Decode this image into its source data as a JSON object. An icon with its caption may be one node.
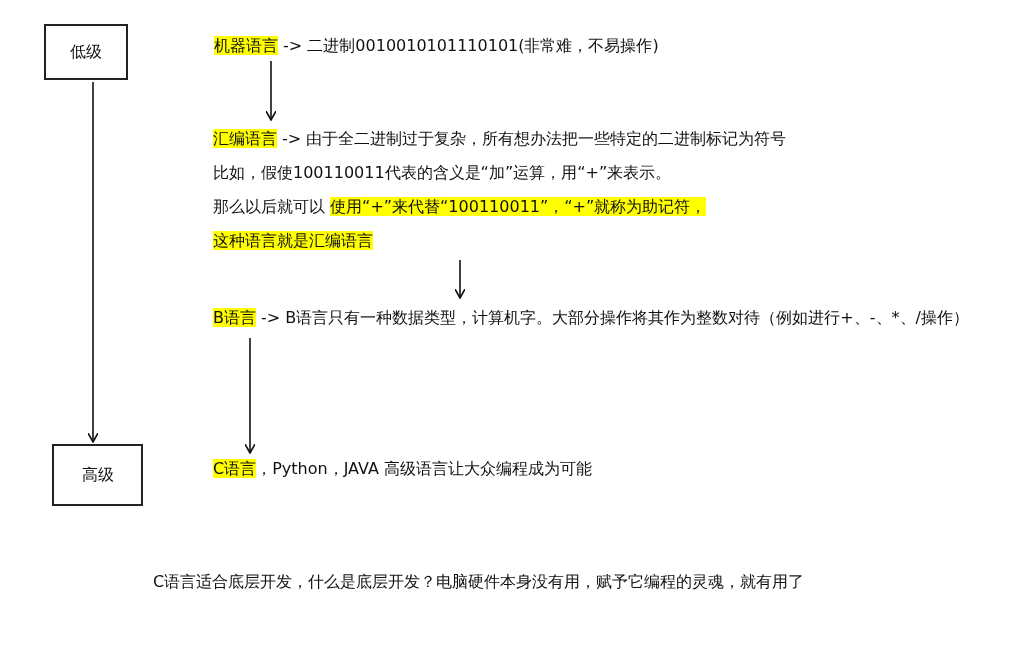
{
  "diagram": {
    "nodes": [
      {
        "text": [
          "低级"
        ]
      },
      {
        "text": [
          "高级"
        ]
      },
      {
        "text": [
          "机器语言",
          "-> 二进制0010010101110101(非常难，不易操作)"
        ]
      },
      {
        "text": [
          "汇编语言",
          "-> 由于全二进制过于复杂，所有想办法把一些特定的二进制标记为符号",
          "比如，假使100110011代表的含义是“加”运算，用“+”来表示。",
          "那么以后就可以",
          "使用“+”来代替“100110011”，“+”就称为助记符，",
          "这种语言就是汇编语言"
        ]
      },
      {
        "text": [
          "B语言",
          "-> B语言只有一种数据类型，计算机字。大部分操作将其作为整数对待（例如进行+、-、*、/操作）"
        ]
      },
      {
        "text": [
          "C语言",
          "，Python，JAVA   高级语言让大众编程成为可能"
        ]
      }
    ],
    "edges": [
      {
        "from": 0,
        "to": 1,
        "arrow": "to"
      },
      {
        "from": 2,
        "to": 3,
        "arrow": "to"
      },
      {
        "from": 3,
        "to": 4,
        "arrow": "to"
      },
      {
        "from": 4,
        "to": 5,
        "arrow": "to"
      }
    ],
    "labels": [
      "C语言适合底层开发，什么是底层开发？电脑硬件本身没有用，赋予它编程的灵魂，就有用了"
    ]
  }
}
